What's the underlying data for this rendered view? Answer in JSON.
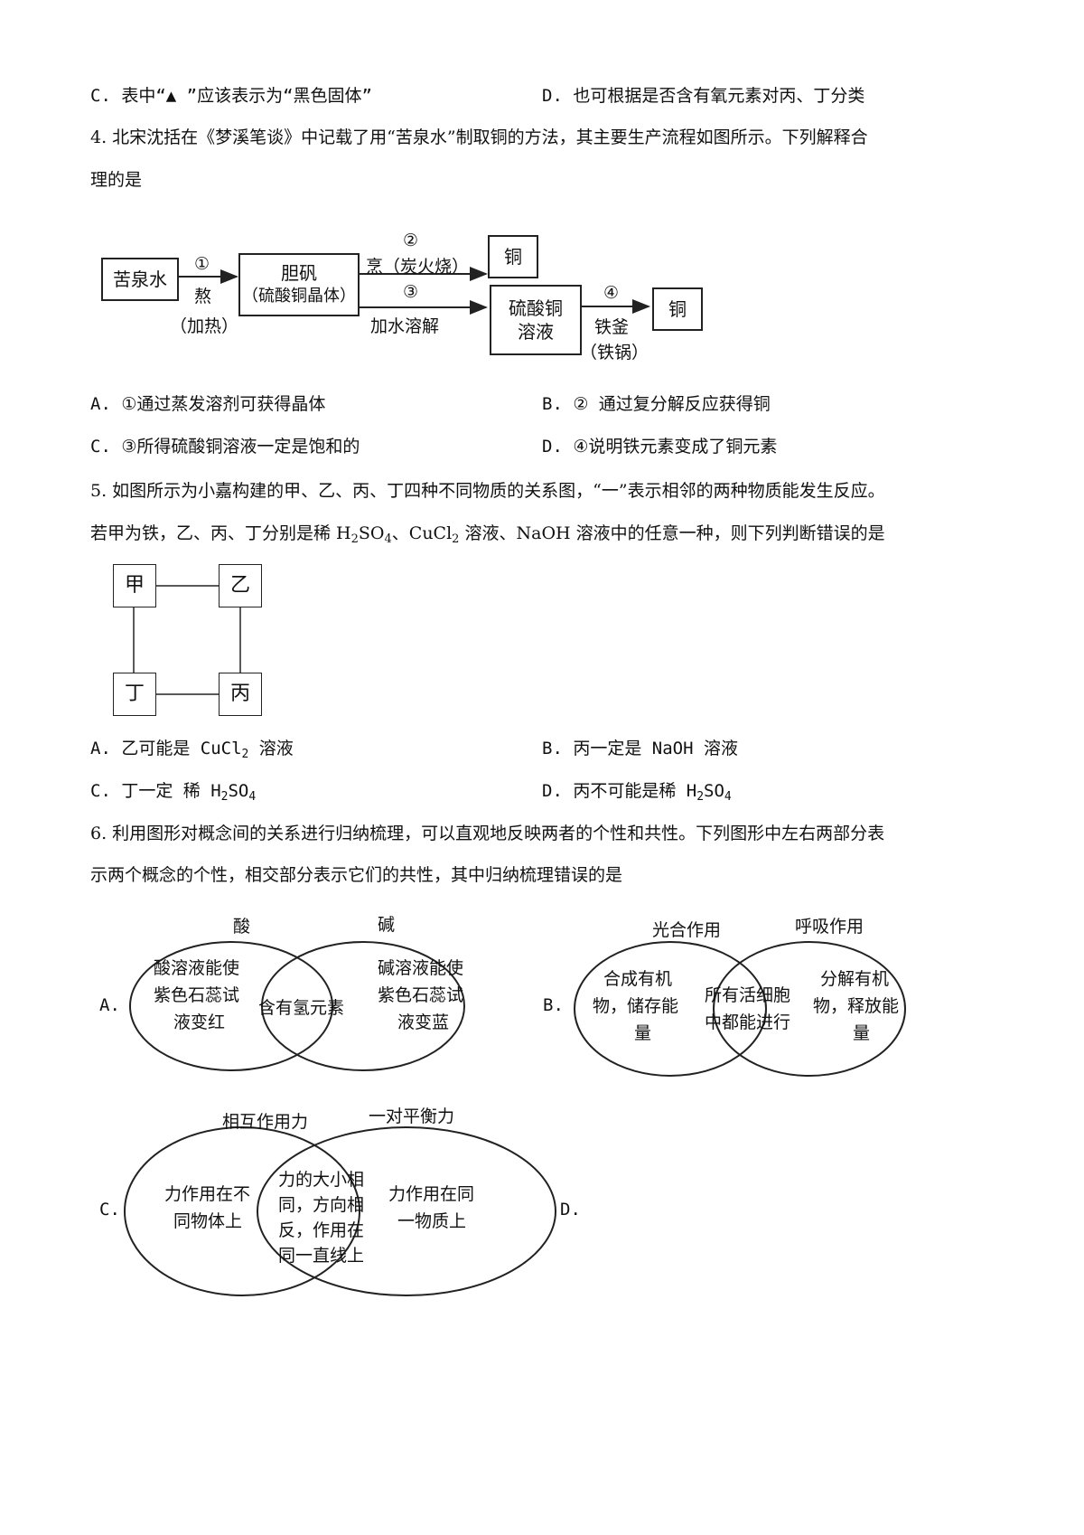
{
  "q3_options": {
    "C": "C.  表中“▲ ”应该表示为“黑色固体”",
    "D": "D.  也可根据是否含有氧元素对丙、丁分类"
  },
  "q4": {
    "stem_line1": "4. 北宋沈括在《梦溪笔谈》中记载了用“苦泉水”制取铜的方法，其主要生产流程如图所示。下列解释合",
    "stem_line2": "理的是",
    "flow": {
      "box_kuquanshui": "苦泉水",
      "step1_num": "①",
      "step1_a": "熬",
      "step1_b": "（加热）",
      "box_danfan_1": "胆矾",
      "box_danfan_2": "（硫酸铜晶体）",
      "step2_num": "②",
      "step2_text": "烹（炭火烧）",
      "box_tong1": "铜",
      "step3_num": "③",
      "step3_text": "加水溶解",
      "box_cuso4_1": "硫酸铜",
      "box_cuso4_2": "溶液",
      "step4_num": "④",
      "step4_a": "铁釜",
      "step4_b": "（铁锅）",
      "box_tong2": "铜"
    },
    "options": {
      "A": "A.  ①通过蒸发溶剂可获得晶体",
      "B": "B.  ②   通过复分解反应获得铜",
      "C": "C.  ③所得硫酸铜溶液一定是饱和的",
      "D": "D.  ④说明铁元素变成了铜元素"
    }
  },
  "q5": {
    "stem_line1": "5. 如图所示为小嘉构建的甲、乙、丙、丁四种不同物质的关系图，“一”表示相邻的两种物质能发生反应。",
    "stem_line2_a": "若甲为铁，乙、丙、丁分别是稀 H",
    "stem_line2_b": "SO",
    "stem_line2_c": "、CuCl",
    "stem_line2_d": " 溶液、NaOH 溶液中的任意一种，则下列判断错误的是",
    "sub2": "2",
    "sub4": "4",
    "boxes": {
      "jia": "甲",
      "yi": "乙",
      "ding": "丁",
      "bing": "丙"
    },
    "options": {
      "A_a": "A.  乙可能是 CuCl",
      "A_b": " 溶液",
      "B": "B.  丙一定是 NaOH 溶液",
      "C_a": "C.  丁一定   稀 H",
      "C_b": "SO",
      "D_a": "D.  丙不可能是稀 H",
      "D_b": "SO"
    }
  },
  "q6": {
    "stem_line1": "6. 利用图形对概念间的关系进行归纳梳理，可以直观地反映两者的个性和共性。下列图形中左右两部分表",
    "stem_line2": "示两个概念的个性，相交部分表示它们的共性，其中归纳梳理错误的是",
    "A": {
      "label": "A.",
      "left_title": "酸",
      "right_title": "碱",
      "left": [
        "酸溶液能使",
        "紫色石蕊试",
        "液变红"
      ],
      "middle": [
        "含有氢元素"
      ],
      "right": [
        "碱溶液能使",
        "紫色石蕊试",
        "液变蓝"
      ]
    },
    "B": {
      "label": "B.",
      "left_title": "光合作用",
      "right_title": "呼吸作用",
      "left": [
        "合成有机",
        "物，储存能",
        "量"
      ],
      "middle": [
        "所有活细胞",
        "中都能进行"
      ],
      "right": [
        "分解有机",
        "物，释放能",
        "量"
      ]
    },
    "C": {
      "label": "C.",
      "left_title": "相互作用力",
      "right_title": "一对平衡力",
      "left": [
        "力作用在不",
        "同物体上"
      ],
      "middle": [
        "力的大小相",
        "同，方向相",
        "反，作用在",
        "同一直线上"
      ],
      "right": [
        "力作用在同",
        "一物质上"
      ]
    },
    "D": {
      "label": "D."
    }
  }
}
